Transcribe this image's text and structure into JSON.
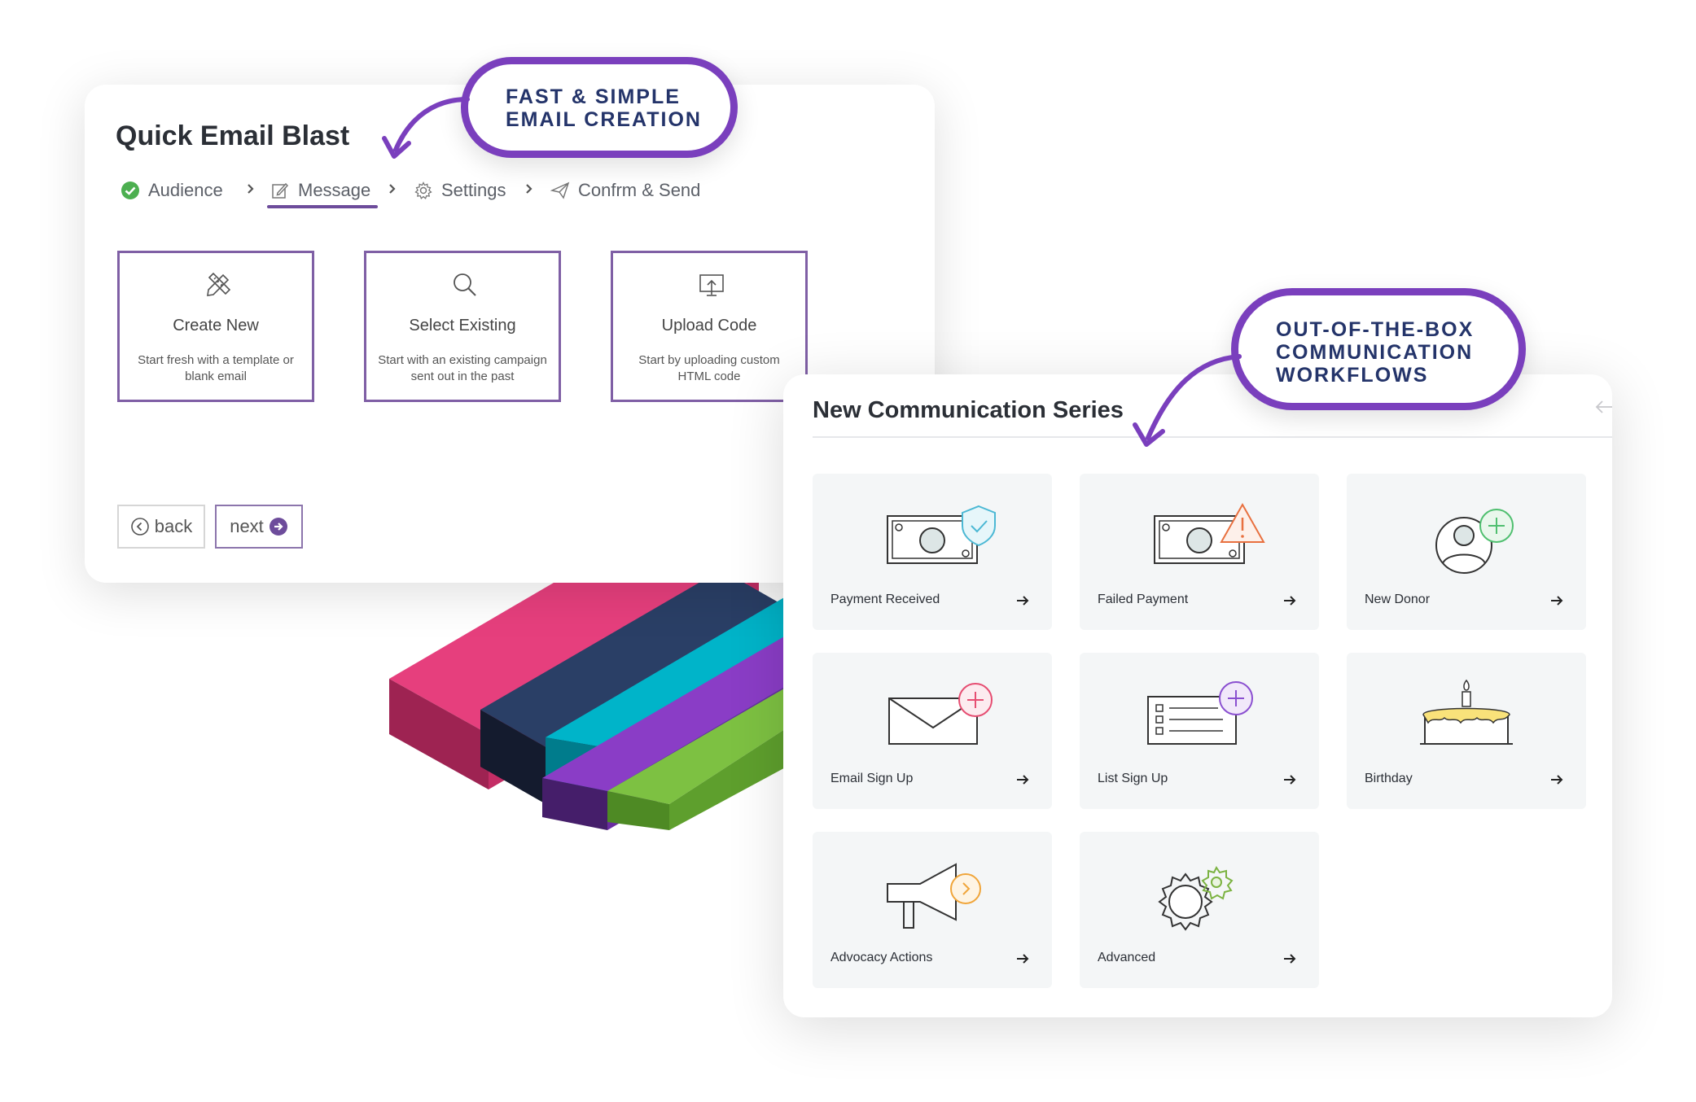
{
  "quick_blast": {
    "title": "Quick Email Blast",
    "steps": [
      {
        "label": "Audience",
        "icon": "check-circle-icon",
        "state": "complete"
      },
      {
        "label": "Message",
        "icon": "edit-icon",
        "state": "active"
      },
      {
        "label": "Settings",
        "icon": "gear-icon",
        "state": "pending"
      },
      {
        "label": "Confrm & Send",
        "icon": "send-icon",
        "state": "pending"
      }
    ],
    "options": [
      {
        "title": "Create New",
        "desc": "Start fresh with a template or blank email",
        "icon": "pencil-ruler-icon"
      },
      {
        "title": "Select Existing",
        "desc": "Start with an existing campaign sent out in the past",
        "icon": "search-icon"
      },
      {
        "title": "Upload Code",
        "desc": "Start by uploading custom HTML code",
        "icon": "upload-icon"
      }
    ],
    "back_label": "back",
    "next_label": "next"
  },
  "callouts": {
    "first": {
      "line1": "FAST & SIMPLE",
      "line2": "EMAIL CREATION"
    },
    "second": {
      "line1": "OUT-OF-THE-BOX",
      "line2": "COMMUNICATION",
      "line3": "WORKFLOWS"
    }
  },
  "series": {
    "title": "New Communication Series",
    "tiles": [
      {
        "label": "Payment Received",
        "icon": "cash-shield-check-icon"
      },
      {
        "label": "Failed Payment",
        "icon": "cash-warning-icon"
      },
      {
        "label": "New Donor",
        "icon": "user-add-icon"
      },
      {
        "label": "Email Sign Up",
        "icon": "envelope-add-icon"
      },
      {
        "label": "List Sign Up",
        "icon": "list-add-icon"
      },
      {
        "label": "Birthday",
        "icon": "cake-icon"
      },
      {
        "label": "Advocacy Actions",
        "icon": "megaphone-icon"
      },
      {
        "label": "Advanced",
        "icon": "gears-icon"
      }
    ]
  },
  "colors": {
    "accent_purple": "#7a3fbd",
    "callout_text": "#24346a",
    "check_green": "#4caf50",
    "card_border": "#7f5fa5",
    "tile_bg": "#f4f6f7"
  }
}
